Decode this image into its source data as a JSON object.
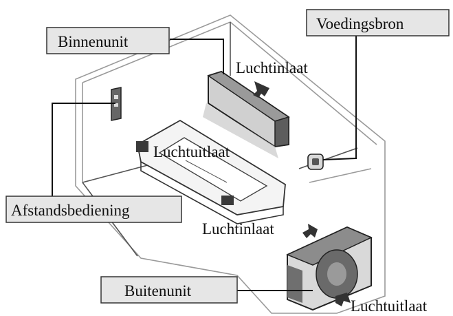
{
  "labels": {
    "indoor_unit": "Binnenunit",
    "power_supply": "Voedingsbron",
    "remote_control": "Afstandsbediening",
    "outdoor_unit": "Buitenunit",
    "indoor_air_inlet": "Luchtinlaat",
    "indoor_air_outlet": "Luchtuitlaat",
    "outdoor_air_inlet": "Luchtinlaat",
    "outdoor_air_outlet": "Luchtuitlaat"
  },
  "colors": {
    "box_fill": "#e6e6e6",
    "room_line": "#9a9a9a",
    "unit_fill": "#d9d9d9",
    "unit_dark": "#6f6f6f"
  }
}
